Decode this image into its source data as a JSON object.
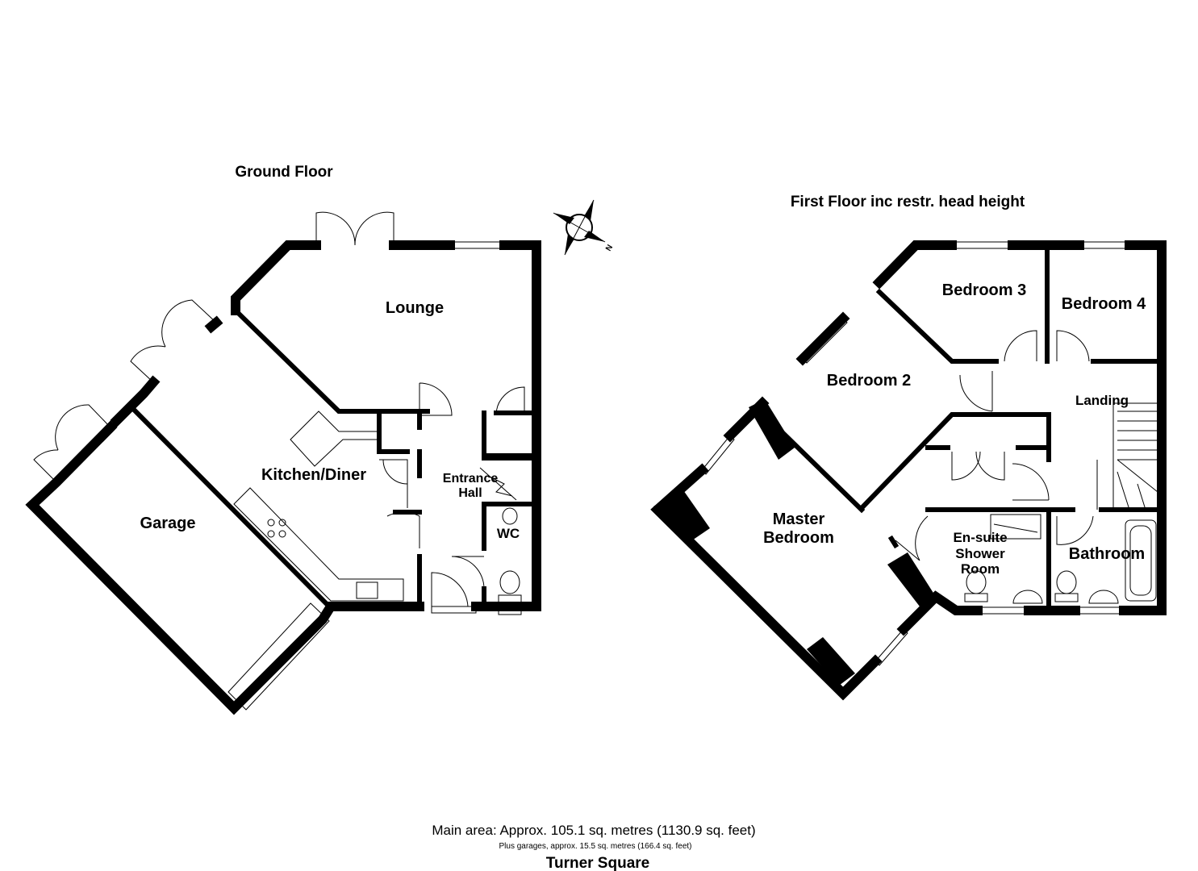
{
  "floors": {
    "ground": "Ground Floor",
    "first": "First Floor inc restr. head height"
  },
  "rooms": {
    "lounge": "Lounge",
    "kitchen": "Kitchen/Diner",
    "garage": "Garage",
    "entrance_1": "Entrance",
    "entrance_2": "Hall",
    "wc": "WC",
    "bedroom3": "Bedroom 3",
    "bedroom4": "Bedroom 4",
    "bedroom2": "Bedroom 2",
    "landing": "Landing",
    "master_1": "Master",
    "master_2": "Bedroom",
    "ensuite_1": "En-suite",
    "ensuite_2": "Shower",
    "ensuite_3": "Room",
    "bathroom": "Bathroom"
  },
  "compass": {
    "north_label": "N"
  },
  "footer": {
    "main_area": "Main area: Approx. 105.1 sq. metres (1130.9 sq. feet)",
    "garages": "Plus garages, approx. 15.5 sq. metres (166.4 sq. feet)",
    "property": "Turner Square"
  }
}
